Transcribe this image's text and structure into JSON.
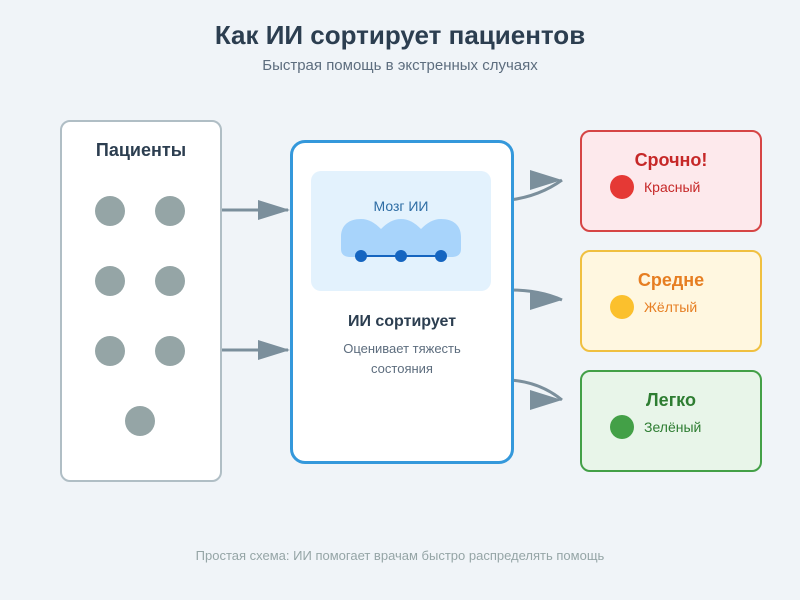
{
  "header": {
    "title": "Как ИИ сортирует пациентов",
    "subtitle": "Быстрая помощь в экстренных случаях"
  },
  "patients": {
    "label": "Пациенты",
    "count": 7
  },
  "ai": {
    "brain_label": "Мозг ИИ",
    "title": "ИИ сортирует",
    "description": "Оценивает тяжесть состояния"
  },
  "levels": [
    {
      "title": "Срочно!",
      "color_name": "Красный",
      "color": "#e53935"
    },
    {
      "title": "Средне",
      "color_name": "Жёлтый",
      "color": "#fbc02d"
    },
    {
      "title": "Легко",
      "color_name": "Зелёный",
      "color": "#43a047"
    }
  ],
  "colors": {
    "arrow": "#7b8f9c",
    "brain_fill": "#a8d4fb",
    "brain_node": "#1565c0",
    "patient": "#95a5a6"
  },
  "footer": {
    "note": "Простая схема: ИИ помогает врачам быстро распределять помощь"
  }
}
